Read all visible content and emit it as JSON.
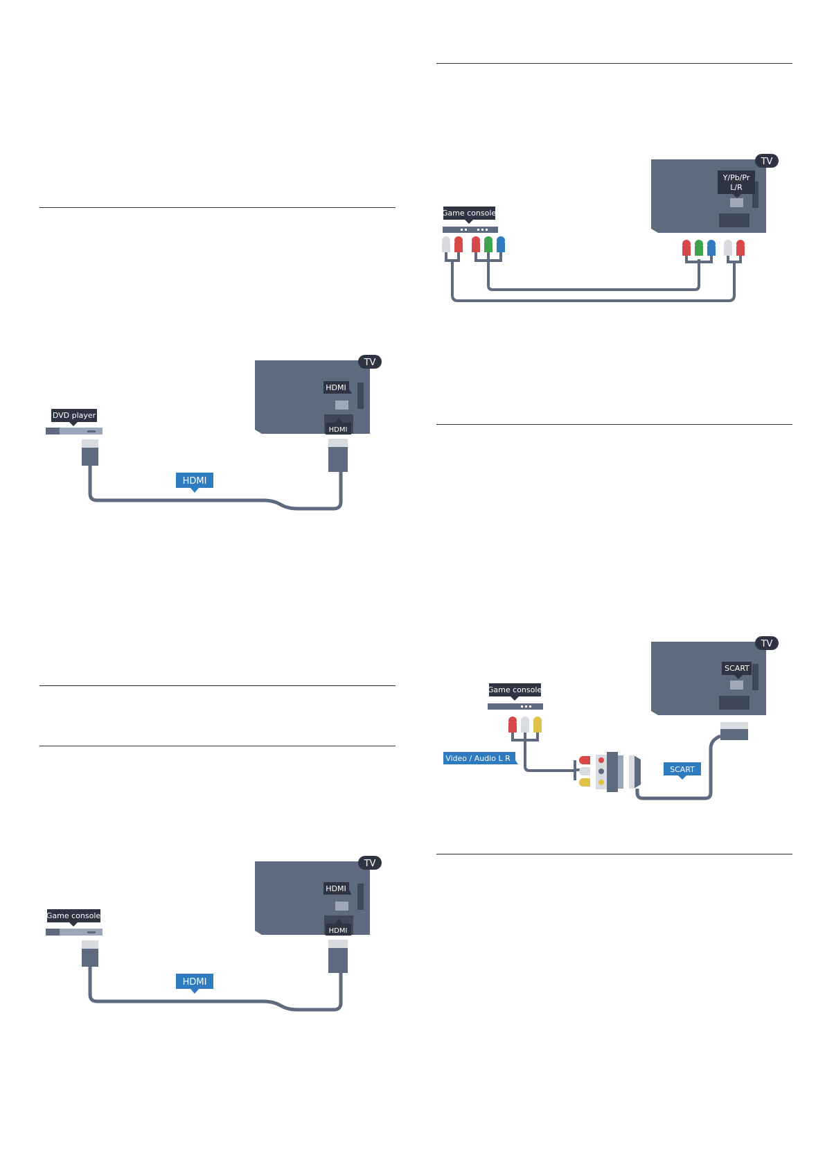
{
  "figures": {
    "dvd_hdmi": {
      "device_label": "DVD player",
      "tv_badge": "TV",
      "tv_port_label": "HDMI",
      "tv_connector_label": "HDMI",
      "cable_label": "HDMI"
    },
    "console_hdmi": {
      "device_label": "Game console",
      "tv_badge": "TV",
      "tv_port_label": "HDMI",
      "tv_connector_label": "HDMI",
      "cable_label": "HDMI"
    },
    "console_ypbpr": {
      "device_label": "Game console",
      "tv_badge": "TV",
      "tv_port_label_line1": "Y/Pb/Pr",
      "tv_port_label_line2": "L/R"
    },
    "console_scart": {
      "device_label": "Game console",
      "tv_badge": "TV",
      "tv_port_label": "SCART",
      "cable_label": "SCART",
      "adapter_label": "Video / Audio L R"
    }
  },
  "colors": {
    "tv_body": "#5e6a7e",
    "device_dark": "#5e6a7e",
    "device_light": "#9aa6b9",
    "label_dark": "#2e3442",
    "label_blue": "#2e7bc0",
    "cable": "#5e6a7e",
    "plug_red": "#d94848",
    "plug_green": "#3fa24f",
    "plug_blue": "#2e7bc0",
    "plug_white": "#d8dbe0",
    "plug_yellow": "#e0c24a"
  }
}
